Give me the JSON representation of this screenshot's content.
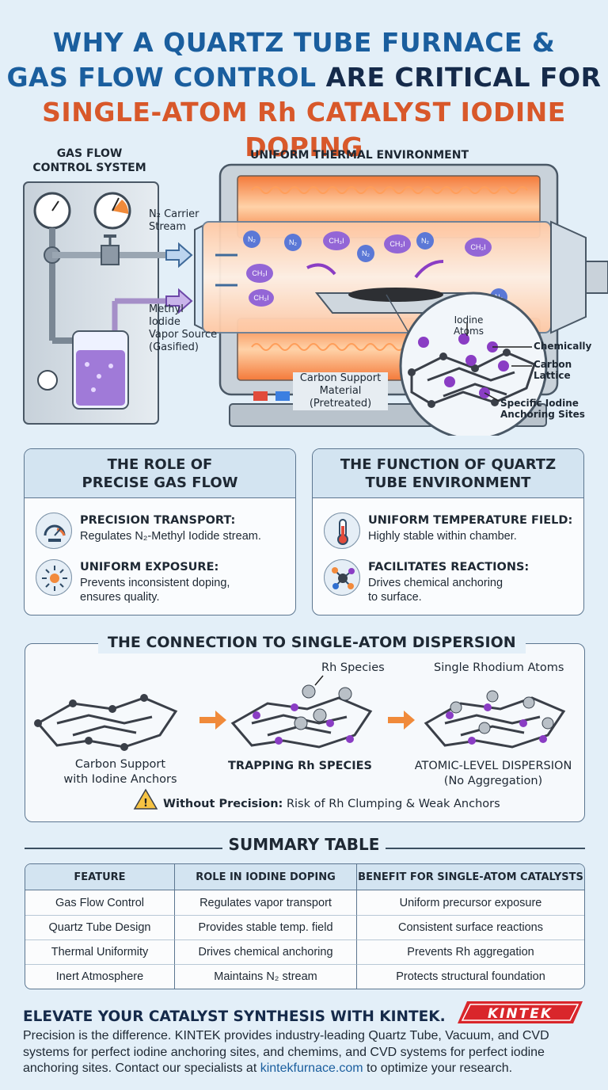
{
  "header": {
    "line1": "WHY A QUARTZ TUBE FURNACE &",
    "line2a": "GAS FLOW CONTROL",
    "line2b": " ARE CRITICAL FOR",
    "line3": "SINGLE-ATOM Rh CATALYST IODINE DOPING"
  },
  "diagram": {
    "gas_system_label_1": "GAS FLOW",
    "gas_system_label_2": "CONTROL SYSTEM",
    "thermal_label": "UNIFORM THERMAL ENVIRONMENT",
    "carrier_1": "N₂ Carrier",
    "carrier_2": "Stream",
    "vapor_1": "Methyl",
    "vapor_2": "Iodide",
    "vapor_3": "Vapor Source",
    "vapor_4": "(Gasified)",
    "support_1": "Carbon Support",
    "support_2": "Material",
    "support_3": "(Pretreated)",
    "iodine_1": "Iodine",
    "iodine_2": "Atoms",
    "chem": "Chemically",
    "lattice_1": "Carbon",
    "lattice_2": "Lattice",
    "anchor_1": "Specific Iodine",
    "anchor_2": "Anchoring Sites",
    "mol_n2": "N₂",
    "mol_ch3i": "CH₃I"
  },
  "cards": {
    "gas": {
      "title_1": "THE ROLE OF",
      "title_2": "PRECISE GAS FLOW",
      "items": [
        {
          "title": "PRECISION TRANSPORT:",
          "desc_1": "Regulates N₂-Methyl Iodide stream.",
          "desc_2": "",
          "icon": "gauge-icon"
        },
        {
          "title": "UNIFORM EXPOSURE:",
          "desc_1": "Prevents inconsistent doping,",
          "desc_2": "ensures quality.",
          "icon": "spread-arrows-icon"
        }
      ]
    },
    "quartz": {
      "title_1": "THE FUNCTION OF QUARTZ",
      "title_2": "TUBE ENVIRONMENT",
      "items": [
        {
          "title": "UNIFORM TEMPERATURE FIELD:",
          "desc_1": "Highly stable within chamber.",
          "desc_2": "",
          "icon": "thermometer-icon"
        },
        {
          "title": "FACILITATES REACTIONS:",
          "desc_1": "Drives chemical anchoring",
          "desc_2": "to surface.",
          "icon": "molecule-icon"
        }
      ]
    }
  },
  "connection": {
    "title": "THE CONNECTION TO SINGLE-ATOM DISPERSION",
    "stage1_1": "Carbon Support",
    "stage1_2": "with Iodine Anchors",
    "stage2_top": "Rh Species",
    "stage2": "TRAPPING Rh SPECIES",
    "stage3_top": "Single Rhodium Atoms",
    "stage3": "ATOMIC-LEVEL DISPERSION",
    "stage3_sub": "(No Aggregation)",
    "warning_bold": "Without Precision:",
    "warning_text": " Risk of Rh Clumping & Weak Anchors"
  },
  "summary": {
    "title": "SUMMARY TABLE",
    "headers": [
      "FEATURE",
      "ROLE IN IODINE DOPING",
      "BENEFIT FOR SINGLE-ATOM CATALYSTS"
    ],
    "rows": [
      [
        "Gas Flow Control",
        "Regulates vapor transport",
        "Uniform precursor exposure"
      ],
      [
        "Quartz Tube Design",
        "Provides stable temp. field",
        "Consistent surface reactions"
      ],
      [
        "Thermal Uniformity",
        "Drives chemical anchoring",
        "Prevents Rh aggregation"
      ],
      [
        "Inert Atmosphere",
        "Maintains N₂ stream",
        "Protects structural foundation"
      ]
    ]
  },
  "footer": {
    "cta": "ELEVATE YOUR CATALYST SYNTHESIS WITH KINTEK.",
    "logo": "KINTEK",
    "text_1": "Precision is the difference. KINTEK provides industry-leading Quartz Tube, Vacuum, and CVD systems for perfect iodine anchoring sites, and chemims, and CVD systems for perfect iodine anchoring sites. Contact our specialists at ",
    "link": "kintekfurnace.com",
    "text_2": " to optimize your research."
  },
  "colors": {
    "title_blue": "#1a5e9e",
    "title_dark": "#152a4a",
    "title_orange": "#d8582a",
    "iodine_purple": "#8a3dc4",
    "carbon": "#3a3f48",
    "rhodium": "#b9c0c7",
    "furnace_hot": "#f6693a"
  }
}
